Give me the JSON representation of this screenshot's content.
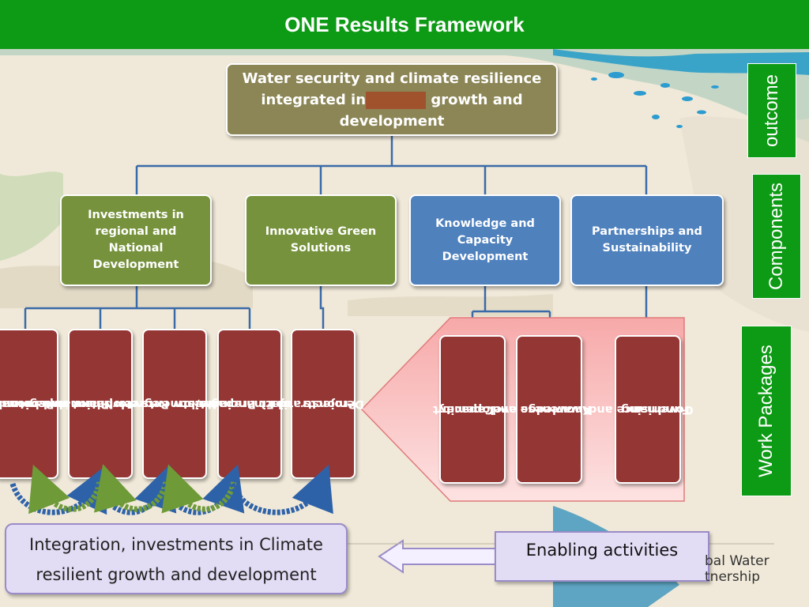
{
  "header": {
    "title": "ONE Results Framework"
  },
  "outcome": {
    "line1": "Water security and climate resilience",
    "line2_before": "integrated in",
    "line2_after": "growth and",
    "line3": "development"
  },
  "components": [
    {
      "line1": "Investments in",
      "line2": "regional  and National",
      "line3": "Development",
      "color": "#76923c"
    },
    {
      "line1": "Innovative Green",
      "line2": "Solutions",
      "color": "#76923c"
    },
    {
      "line1": "Knowledge and",
      "line2": "Capacity",
      "line3": "Development",
      "color": "#4f81bd"
    },
    {
      "line1": "Partnerships and",
      "line2": "Sustainability",
      "color": "#4f81bd"
    }
  ],
  "work_packages": [
    {
      "line1": "Regional and",
      "line2": "Transboundary",
      "line3": "Cooperaton"
    },
    {
      "line1": "National",
      "line2": "Development  and",
      "line3": "Sector Plans"
    },
    {
      "line1": "No/low Regrets",
      "line2": "Investments"
    },
    {
      "line1": "Project Preparation",
      "line2": "and Financing"
    },
    {
      "line1": "Demonstration",
      "line2": "Projects"
    },
    {
      "line1": "Capacity",
      "line2": "Developement"
    },
    {
      "line1": "Knowledge and",
      "line2": "Awareness"
    },
    {
      "line1": "Governance and",
      "line2": "Fundrising"
    }
  ],
  "side_labels": {
    "outcome": "outcome",
    "components": "Components",
    "work_packages": "Work Packages"
  },
  "bottom": {
    "integration_line1": "Integration, investments in Climate",
    "integration_line2": "resilient growth and development",
    "enabling": "Enabling activities"
  },
  "logo_text": {
    "line1": "bal Water",
    "line2": "tnership"
  },
  "colors": {
    "header_green": "#0d9a14",
    "outcome_box": "#8c8656",
    "component_green": "#76923c",
    "component_blue": "#4f81bd",
    "work_package_red": "#943634",
    "enabling_box": "#e2dcf4",
    "connector": "#3a6aa8"
  }
}
